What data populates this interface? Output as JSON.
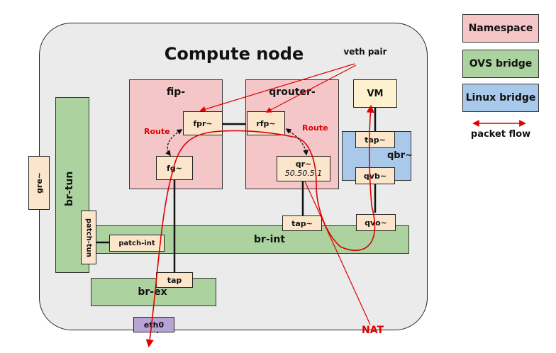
{
  "diagram": {
    "title": "Compute node",
    "veth_label": "veth pair",
    "nat_label": "NAT",
    "namespaces": {
      "fip": "fip-",
      "qrouter": "qrouter-"
    },
    "bridges": {
      "br_tun": "br-tun",
      "br_int": "br-int",
      "br_ex": "br-ex",
      "qbr": "qbr~"
    },
    "ports": {
      "fpr": "fpr~",
      "fg": "fg~",
      "rfp": "rfp~",
      "qr": "qr~",
      "qr_ip": "50.50.5.1",
      "gre": "gre~",
      "patch_tun": "patch-tun",
      "patch_int": "patch-int",
      "tap_int": "tap~",
      "qvo": "qvo~",
      "tap_qbr": "tap~",
      "qvb": "qvb~",
      "tap_ex": "tap",
      "eth0": "eth0"
    },
    "vm": "VM",
    "route_left": "Route",
    "route_right": "Route"
  },
  "legend": {
    "namespace": "Namespace",
    "ovs_bridge": "OVS bridge",
    "linux_bridge": "Linux bridge",
    "packet_flow": "packet flow"
  },
  "colors": {
    "namespace": "#f4c6c8",
    "ovs_bridge": "#acd2a0",
    "linux_bridge": "#a9c9ea",
    "port": "#fbe5cb",
    "eth0": "#b7a3d4",
    "flow": "#e00000"
  }
}
